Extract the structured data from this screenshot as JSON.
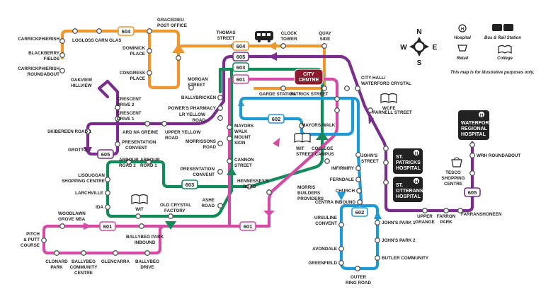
{
  "colors": {
    "orange": "#f0962e",
    "purple": "#7b2d8e",
    "green": "#128a5a",
    "pink": "#d44ba3",
    "blue": "#1e9ad6",
    "hub": "#8c1b2d",
    "dark": "#222222"
  },
  "hub_label": "CITY CENTRE",
  "routes": {
    "r604": "604",
    "r605": "605",
    "r603": "603",
    "r601": "601",
    "r602": "602"
  },
  "stops": {
    "carrickphierish": "CARRICKPHIERISH",
    "blackberry": "BLACKBERRY",
    "fields": "FIELDS",
    "carrick_round_1": "CARRICKPHIERISH",
    "carrick_round_2": "ROUNDABOUT",
    "logloss": "LOGLOSS",
    "carn_glas": "CARN GLAS",
    "gracedieu_1": "GRACEDIEU",
    "gracedieu_2": "POST OFFICE",
    "dominick_1": "DOMINICK",
    "dominick_2": "PLACE",
    "congress_1": "CONGRESS",
    "congress_2": "PLACE",
    "morgan_1": "MORGAN",
    "morgan_2": "STREET",
    "thomas_1": "THOMAS",
    "thomas_2": "STREET",
    "clock_1": "CLOCK",
    "clock_2": "TOWER",
    "quay_1": "QUAY",
    "quay_2": "SIDE",
    "cityhall_1": "CITY HALL/",
    "cityhall_2": "WATERFORD CRYSTAL",
    "garde": "GARDE STATION",
    "patrick": "PATRICK STREET",
    "ballybricken": "BALLYBRICKEN",
    "powers": "POWER'S PHARMACY",
    "lr_yellow_1": "LR YELLOW",
    "lr_yellow_2": "ROAD",
    "oakview_1": "OAKVIEW",
    "oakview_2": "HILLVIEW",
    "crescent2_1": "CRESCENT",
    "crescent2_2": "DRIVE 2",
    "crescent1_1": "CRESCENT",
    "crescent1_2": "DRIVE 1",
    "skibereen": "SKIBEREEN ROAD 1",
    "ard": "ARD NA GREINE",
    "upper_yellow_1": "UPPER YELLOW",
    "upper_yellow_2": "ROAD",
    "grotto": "GROTTO",
    "pres_convent_1": "PRESENTATION",
    "pres_convent_2": "CONVENT",
    "mayors_walk_1": "MAYORS",
    "mayors_walk_2": "WALK",
    "morrissons_1": "MORRISSONS",
    "morrissons_2": "ROAD",
    "mount_sion_1": "MOUNT",
    "mount_sion_2": "SION",
    "cannon_1": "CANNON",
    "cannon_2": "STREET",
    "pres_convent2_1": "PRESENTATION",
    "pres_convent2_2": "CONVENT",
    "lisduggan_1": "LISDUGGAN",
    "lisduggan_2": "SHOPPING CENTRE",
    "arbour2_1": "ARBOUR",
    "arbour2_2": "ROAD 2",
    "arbour1_1": "ARBOUR",
    "arbour1_2": "ROAD 1",
    "larchville": "LARCHVILLE",
    "ida": "IDA",
    "wit": "WIT",
    "old_crystal_1": "OLD CRYSTAL",
    "old_crystal_2": "FACTORY",
    "ashe_1": "ASHE",
    "ashe_2": "ROAD",
    "hennessey_1": "HENNESSEY'S",
    "hennessey_2": "ROAD",
    "morris_1": "MORRIS",
    "morris_2": "BUILDERS",
    "morris_3": "PROVIDERS",
    "mayors_walk": "MAYORS WALK",
    "wit_college_1": "WIT",
    "wit_college_2": "COLLEGE",
    "wit_college_3": "STREET CAMPUS",
    "wcfe_1": "WCFE",
    "wcfe_2": "PARNELL STREET",
    "johns_st_1": "JOHN'S",
    "johns_st_2": "STREET",
    "infirmiry": "INFIRMIRY",
    "ferndale": "FERNDALE",
    "church": "CHURCH",
    "centra": "CENTRA INBOUND",
    "st_patricks_1": "ST.",
    "st_patricks_2": "PATRICKS",
    "st_patricks_3": "HOSPITAL",
    "st_otterans_1": "ST.",
    "st_otterans_2": "OTTERANS",
    "st_otterans_3": "HOSPITAL",
    "wrh_1": "WATERFORD",
    "wrh_2": "REGIONAL",
    "wrh_3": "HOSPITAL",
    "wrh_round": "WRH ROUNDABOUT",
    "tesco_1": "TESCO",
    "tesco_2": "SHOPPING",
    "tesco_3": "CENTRE",
    "upper_grange_1": "UPPER",
    "upper_grange_2": "GRANGE",
    "farron_1": "FARRON",
    "farron_2": "PARK",
    "farranshoneen": "FARRANSHONEEN",
    "woodlawn_1": "WOODLAWN",
    "woodlawn_2": "GROVE NBA",
    "pitch_1": "PITCH",
    "pitch_2": "& PUTT",
    "pitch_3": "COURSE",
    "clonard_1": "CLONARD",
    "clonard_2": "PARK",
    "ballybeg_comm_1": "BALLYBEG",
    "ballybeg_comm_2": "COMMUNITY",
    "ballybeg_comm_3": "CENTRE",
    "glencarra": "GLENCARRA",
    "ballybeg_drive_1": "BALLYBEG",
    "ballybeg_drive_2": "DRIVE",
    "ballybeg_park_1": "BALLYBEG PARK",
    "ballybeg_park_2": "INBOUND",
    "ursuline_1": "URSULINE",
    "ursuline_2": "CONVENT",
    "johns_park1": "JOHN'S PARK 1",
    "johns_park2": "JOHN'S PARK 2",
    "avondale": "AVONDALE",
    "butler": "BUTLER COMMUNITY",
    "greenfield": "GREENFIELD",
    "outer_ring_1": "OUTER",
    "outer_ring_2": "RING ROAD"
  },
  "legend": {
    "compass_n": "N",
    "compass_s": "S",
    "compass_e": "E",
    "compass_w": "W",
    "hospital": "Hospital",
    "bus_rail": "Bus & Rail Station",
    "retail": "Retail",
    "college": "College",
    "disclaimer": "This map is for illustrative purposes only."
  }
}
